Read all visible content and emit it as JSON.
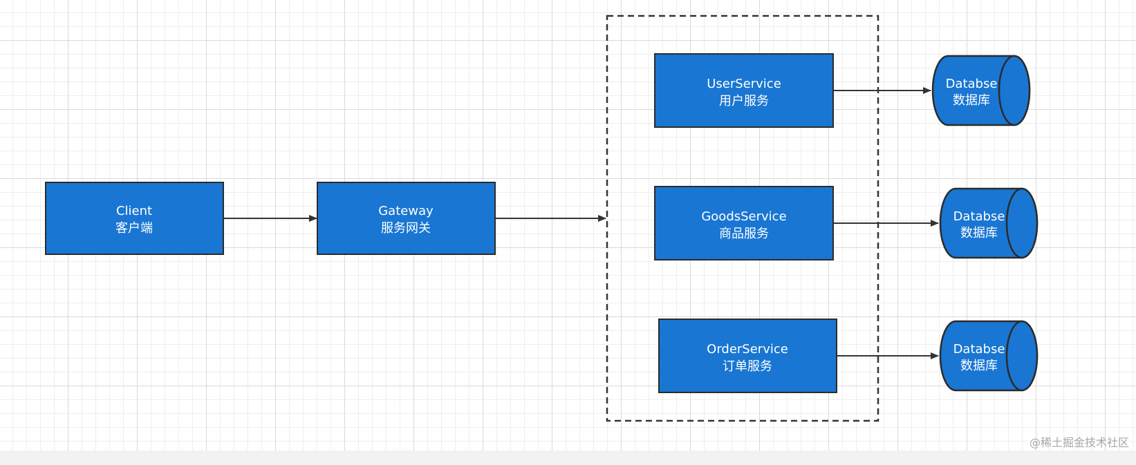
{
  "colors": {
    "node_fill": "#1976d2",
    "node_stroke": "#2b2b2b",
    "text": "#ffffff",
    "edge": "#333333",
    "group_border": "#333333"
  },
  "nodes": {
    "client": {
      "title": "Client",
      "subtitle": "客户端"
    },
    "gateway": {
      "title": "Gateway",
      "subtitle": "服务网关"
    },
    "user_service": {
      "title": "UserService",
      "subtitle": "用户服务"
    },
    "goods_service": {
      "title": "GoodsService",
      "subtitle": "商品服务"
    },
    "order_service": {
      "title": "OrderService",
      "subtitle": "订单服务"
    },
    "db_user": {
      "title": "Databse",
      "subtitle": "数据库"
    },
    "db_goods": {
      "title": "Databse",
      "subtitle": "数据库"
    },
    "db_order": {
      "title": "Databse",
      "subtitle": "数据库"
    }
  },
  "edges": [
    {
      "from": "client",
      "to": "gateway"
    },
    {
      "from": "gateway",
      "to": "services-group"
    },
    {
      "from": "user_service",
      "to": "db_user"
    },
    {
      "from": "goods_service",
      "to": "db_goods"
    },
    {
      "from": "order_service",
      "to": "db_order"
    }
  ],
  "watermark": "@稀土掘金技术社区"
}
